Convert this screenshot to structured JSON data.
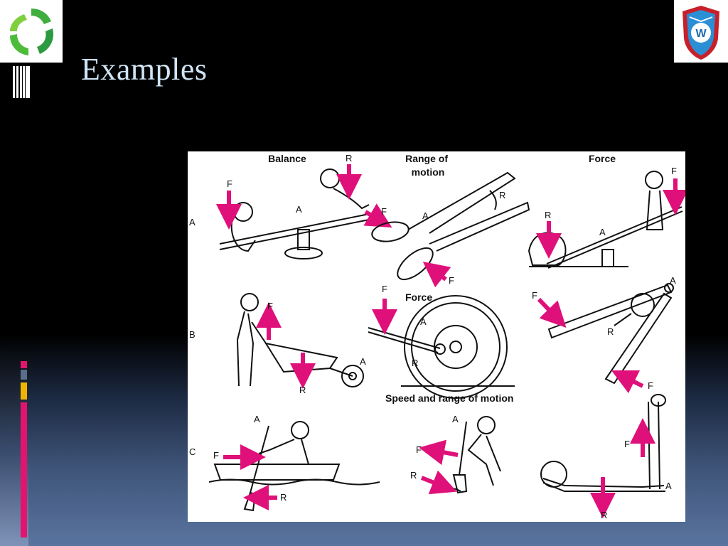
{
  "slide": {
    "title": "Examples"
  },
  "figure": {
    "column_headers": [
      "Balance",
      "Range of motion",
      "Force"
    ],
    "row_labels": [
      "A",
      "B",
      "C"
    ],
    "middle_labels": {
      "force": "Force",
      "speed_range": "Speed and range of motion"
    },
    "point_labels": {
      "force": "F",
      "resistance": "R",
      "axis": "A"
    }
  },
  "colors": {
    "arrow": "#e0107a",
    "accent_pink": "#e3146f",
    "accent_gray": "#5a6e8c",
    "accent_yellow": "#f0b400",
    "title_text": "#cfe4f5"
  },
  "icons": {
    "left_logo": "recycle-logo-icon",
    "right_logo": "shield-crest-logo-icon"
  }
}
